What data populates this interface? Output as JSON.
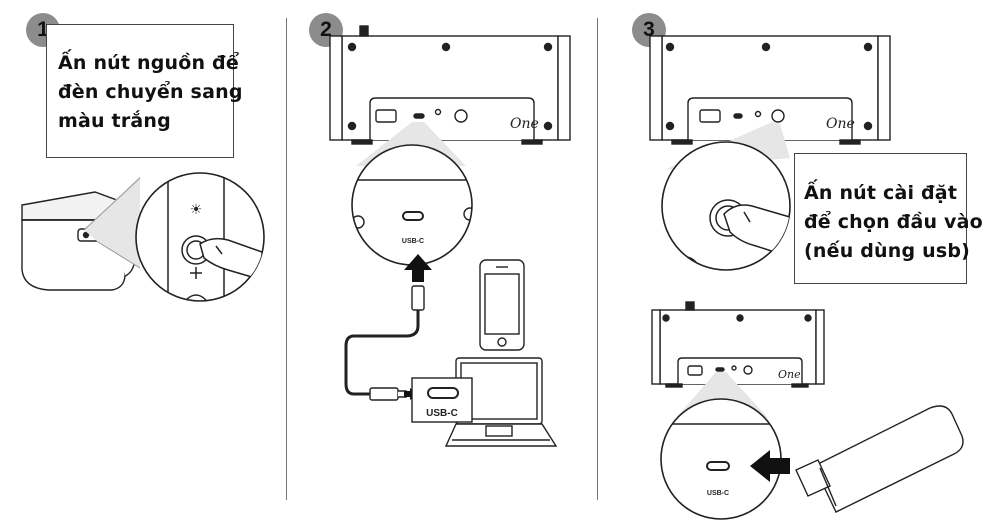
{
  "steps": [
    {
      "number": "1",
      "instruction": [
        "Ấn nút nguồn để",
        "đèn chuyển sang",
        "màu trắng"
      ]
    },
    {
      "number": "2",
      "port_label": "USB-C",
      "laptop_port_label": "USB-C"
    },
    {
      "number": "3",
      "instruction": [
        "Ấn nút cài đặt",
        "để chọn đầu vào",
        "(nếu dùng usb)"
      ],
      "port_label": "USB-C"
    }
  ]
}
